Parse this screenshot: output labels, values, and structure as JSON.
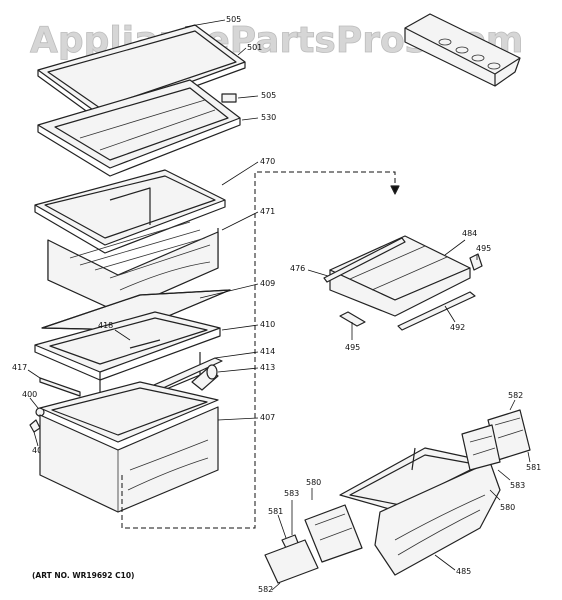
{
  "watermark": "AppliancePartsPros.com",
  "art_number": "(ART NO. WR19692 C10)",
  "callouts": {
    "c505a": "505",
    "c501": "501",
    "c505b": "505",
    "c530": "530",
    "c470": "470",
    "c471": "471",
    "c409": "409",
    "c418": "418",
    "c410": "410",
    "c414": "414",
    "c417": "417",
    "c413": "413",
    "c400": "400",
    "c407": "407",
    "c401": "401",
    "c484": "484",
    "c495a": "495",
    "c476": "476",
    "c492": "492",
    "c495b": "495",
    "c582a": "582",
    "c581a": "581",
    "c583a": "583",
    "c580a": "580",
    "c580b": "580",
    "c583b": "583",
    "c581b": "581",
    "c485": "485",
    "c582b": "582"
  }
}
